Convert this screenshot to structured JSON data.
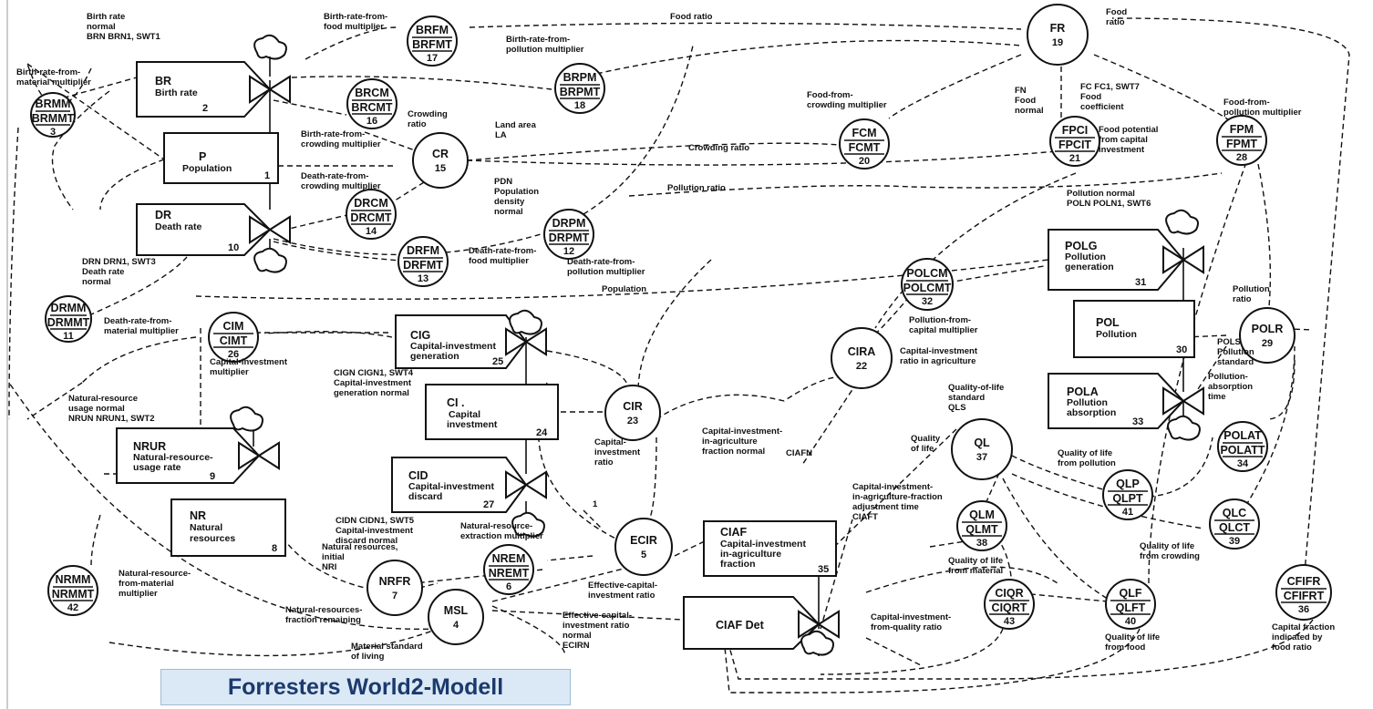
{
  "title": "Forresters World2-Modell",
  "levels": {
    "P": {
      "code": "P",
      "lines": [
        "Population"
      ],
      "num": "1"
    },
    "NR": {
      "code": "NR",
      "lines": [
        "Natural",
        "resources"
      ],
      "num": "8"
    },
    "CI": {
      "code": "CI .",
      "lines": [
        "Capital",
        "investment"
      ],
      "num": "24"
    },
    "POL": {
      "code": "POL",
      "lines": [
        "Pollution"
      ],
      "num": "30"
    },
    "CIAF": {
      "code": "CIAF",
      "lines": [
        "Capital-investment",
        "in-agriculture",
        "fraction"
      ],
      "num": "35"
    }
  },
  "rates": {
    "BR": {
      "code": "BR",
      "lines": [
        "Birth rate"
      ],
      "num": "2"
    },
    "DR": {
      "code": "DR",
      "lines": [
        "Death rate"
      ],
      "num": "10"
    },
    "NRUR": {
      "code": "NRUR",
      "lines": [
        "Natural-resource-",
        "usage rate"
      ],
      "num": "9"
    },
    "CIG": {
      "code": "CIG",
      "lines": [
        "Capital-investment",
        "generation"
      ],
      "num": "25"
    },
    "CID": {
      "code": "CID",
      "lines": [
        "Capital-investment",
        "discard"
      ],
      "num": "27"
    },
    "POLG": {
      "code": "POLG",
      "lines": [
        "Pollution",
        "generation"
      ],
      "num": "31"
    },
    "POLA": {
      "code": "POLA",
      "lines": [
        "Pollution",
        "absorption"
      ],
      "num": "33"
    },
    "CIAFD": {
      "code": "CIAF Det",
      "lines": [],
      "num": ""
    }
  },
  "aux": {
    "BRMM": {
      "top": "BRMM",
      "bottom": "BRMMT",
      "num": "3"
    },
    "BRFM": {
      "top": "BRFM",
      "bottom": "BRFMT",
      "num": "17"
    },
    "BRPM": {
      "top": "BRPM",
      "bottom": "BRPMT",
      "num": "18"
    },
    "BRCM": {
      "top": "BRCM",
      "bottom": "BRCMT",
      "num": "16"
    },
    "CR": {
      "top": "CR",
      "bottom": "",
      "num": "15"
    },
    "DRCM": {
      "top": "DRCM",
      "bottom": "DRCMT",
      "num": "14"
    },
    "DRFM": {
      "top": "DRFM",
      "bottom": "DRFMT",
      "num": "13"
    },
    "DRPM": {
      "top": "DRPM",
      "bottom": "DRPMT",
      "num": "12"
    },
    "DRMM": {
      "top": "DRMM",
      "bottom": "DRMMT",
      "num": "11"
    },
    "CIM": {
      "top": "CIM",
      "bottom": "CIMT",
      "num": "26"
    },
    "FR": {
      "top": "FR",
      "bottom": "",
      "num": "19"
    },
    "FCM": {
      "top": "FCM",
      "bottom": "FCMT",
      "num": "20"
    },
    "FPCI": {
      "top": "FPCI",
      "bottom": "FPCIT",
      "num": "21"
    },
    "FPM": {
      "top": "FPM",
      "bottom": "FPMT",
      "num": "28"
    },
    "POLCM": {
      "top": "POLCM",
      "bottom": "POLCMT",
      "num": "32"
    },
    "POLR": {
      "top": "POLR",
      "bottom": "",
      "num": "29"
    },
    "POLAT": {
      "top": "POLAT",
      "bottom": "POLATT",
      "num": "34"
    },
    "CIRA": {
      "top": "CIRA",
      "bottom": "",
      "num": "22"
    },
    "CIR": {
      "top": "CIR",
      "bottom": "",
      "num": "23"
    },
    "QL": {
      "top": "QL",
      "bottom": "",
      "num": "37"
    },
    "QLP": {
      "top": "QLP",
      "bottom": "QLPT",
      "num": "41"
    },
    "QLM": {
      "top": "QLM",
      "bottom": "QLMT",
      "num": "38"
    },
    "QLC": {
      "top": "QLC",
      "bottom": "QLCT",
      "num": "39"
    },
    "QLF": {
      "top": "QLF",
      "bottom": "QLFT",
      "num": "40"
    },
    "CIQR": {
      "top": "CIQR",
      "bottom": "CIQRT",
      "num": "43"
    },
    "CFIFR": {
      "top": "CFIFR",
      "bottom": "CFIFRT",
      "num": "36"
    },
    "ECIR": {
      "top": "ECIR",
      "bottom": "",
      "num": "5"
    },
    "NREM": {
      "top": "NREM",
      "bottom": "NREMT",
      "num": "6"
    },
    "NRFR": {
      "top": "NRFR",
      "bottom": "",
      "num": "7"
    },
    "MSL": {
      "top": "MSL",
      "bottom": "",
      "num": "4"
    },
    "NRMM": {
      "top": "NRMM",
      "bottom": "NRMMT",
      "num": "42"
    }
  },
  "labels": {
    "brn": [
      "Birth rate",
      "normal",
      "BRN BRN1, SWT1"
    ],
    "brmm": [
      "Birth-rate-from-",
      "material multiplier"
    ],
    "brfm": [
      "Birth-rate-from-",
      "food multiplier"
    ],
    "brpm": [
      "Birth-rate-from-",
      "pollution multiplier"
    ],
    "brcm": [
      "Birth-rate-from-",
      "crowding multiplier"
    ],
    "crowding": [
      "Crowding",
      "ratio"
    ],
    "landarea": [
      "Land area",
      "LA"
    ],
    "pdn": [
      "PDN",
      "Population",
      "density",
      "normal"
    ],
    "drcm": [
      "Death-rate-from-",
      "crowding multiplier"
    ],
    "drn": [
      "DRN DRN1, SWT3",
      "Death rate",
      "normal"
    ],
    "drfm": [
      "Death-rate-from-",
      "food multiplier"
    ],
    "drpm": [
      "Death-rate-from-",
      "pollution multiplier"
    ],
    "drmm": [
      "Death-rate-from-",
      "material multiplier"
    ],
    "cim": [
      "Capital-investment",
      "multiplier"
    ],
    "cign": [
      "CIGN CIGN1, SWT4",
      "Capital-investment",
      "generation normal"
    ],
    "nrun": [
      "Natural-resource",
      "usage normal",
      "NRUN NRUN1, SWT2"
    ],
    "cidn": [
      "CIDN CIDN1, SWT5",
      "Capital-investment",
      "discard normal"
    ],
    "nrem": [
      "Natural-resource-",
      "extraction multiplier"
    ],
    "nri": [
      "Natural resources,",
      "initial",
      "NRI"
    ],
    "nrmm": [
      "Natural-resource-",
      "from-material",
      "multiplier"
    ],
    "nrfr": [
      "Natural-resources-",
      "fraction remaining"
    ],
    "msl": [
      "Material standard",
      "of living"
    ],
    "foodratio": [
      "Food ratio"
    ],
    "frlabel": [
      "Food",
      "ratio"
    ],
    "fn": [
      "FN",
      "Food",
      "normal"
    ],
    "fc": [
      "FC FC1, SWT7",
      "Food",
      "coefficient"
    ],
    "fcm": [
      "Food-from-",
      "crowding multiplier"
    ],
    "fpci": [
      "Food potential",
      "from capital",
      "investment"
    ],
    "fpm": [
      "Food-from-",
      "pollution multiplier"
    ],
    "crowdingratio": [
      "Crowding ratio"
    ],
    "pollutionratio": [
      "Pollution ratio"
    ],
    "population": [
      "Population"
    ],
    "poln": [
      "Pollution normal",
      "POLN POLN1, SWT6"
    ],
    "polcm": [
      "Pollution-from-",
      "capital multiplier"
    ],
    "polr": [
      "Pollution",
      "ratio"
    ],
    "pols": [
      "POLS",
      "Pollution",
      "standard"
    ],
    "polat": [
      "Pollution-",
      "absorption",
      "time"
    ],
    "cira": [
      "Capital-investment",
      "ratio in agriculture"
    ],
    "cir": [
      "Capital-",
      "investment",
      "ratio"
    ],
    "ciafn": [
      "Capital-investment-",
      "in-agriculture",
      "fraction normal"
    ],
    "ciafnCode": [
      "CIAFN"
    ],
    "ciaft": [
      "Capital-investment-",
      "in-agriculture-fraction",
      "adjustment time",
      "CIAFT"
    ],
    "qls": [
      "Quality-of-life",
      "standard",
      "QLS"
    ],
    "ql": [
      "Quality",
      "of life"
    ],
    "qlp": [
      "Quality of life",
      "from pollution"
    ],
    "qlm": [
      "Quality of life",
      "from material"
    ],
    "qlc": [
      "Quality of life",
      "from crowding"
    ],
    "qlf": [
      "Quality of life",
      "from food"
    ],
    "ciqr": [
      "Capital-investment-",
      "from-quality ratio"
    ],
    "cfifr": [
      "Capital fraction",
      "indicated by",
      "food ratio"
    ],
    "ecir": [
      "Effective-capital-",
      "investment ratio"
    ],
    "ecirn": [
      "Effective-capital-",
      "investment ratio",
      "normal",
      "ECIRN"
    ],
    "one": [
      "1"
    ]
  }
}
